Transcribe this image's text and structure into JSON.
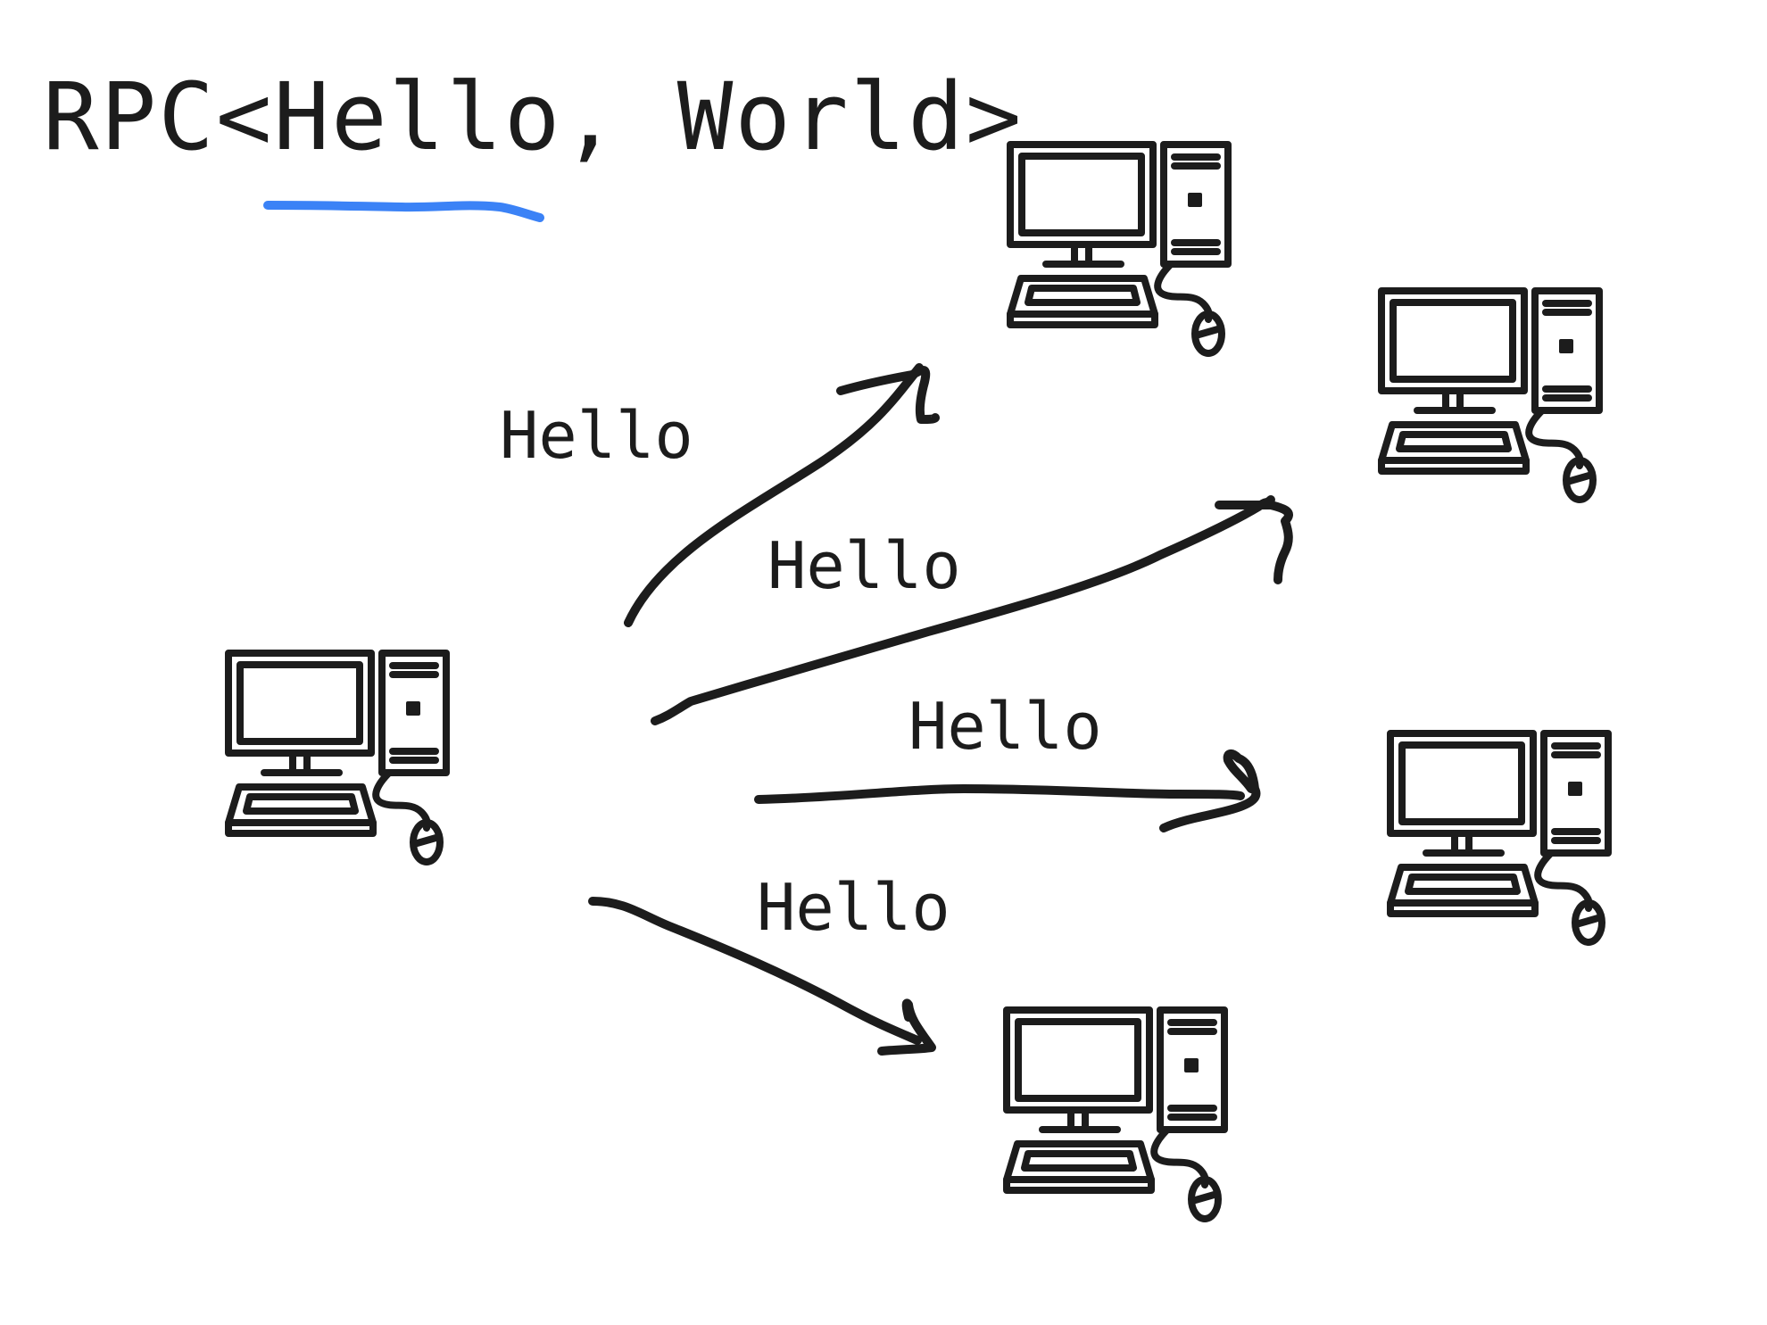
{
  "diagram": {
    "title": "RPC<Hello, World>",
    "accent_color": "#3b82f6",
    "ink_color": "#1c1c1c",
    "messages": [
      {
        "label": "Hello"
      },
      {
        "label": "Hello"
      },
      {
        "label": "Hello"
      },
      {
        "label": "Hello"
      }
    ],
    "nodes": [
      {
        "icon": "desktop-computer-icon",
        "role": "sender"
      },
      {
        "icon": "desktop-computer-icon",
        "role": "receiver"
      },
      {
        "icon": "desktop-computer-icon",
        "role": "receiver"
      },
      {
        "icon": "desktop-computer-icon",
        "role": "receiver"
      },
      {
        "icon": "desktop-computer-icon",
        "role": "receiver"
      }
    ]
  }
}
